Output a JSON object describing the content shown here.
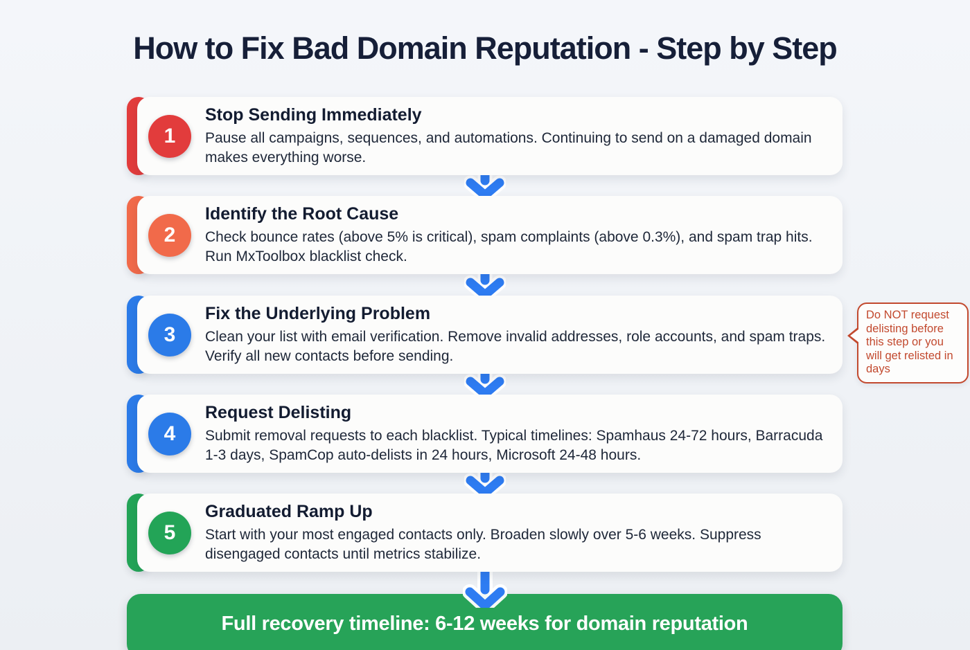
{
  "page": {
    "title": "How to Fix Bad Domain Reputation - Step by Step"
  },
  "steps": [
    {
      "number": "1",
      "title": "Stop Sending Immediately",
      "description": "Pause all campaigns, sequences, and automations. Continuing to send on a damaged domain makes everything worse.",
      "color": "#E23C3C"
    },
    {
      "number": "2",
      "title": "Identify the Root Cause",
      "description": "Check bounce rates (above 5% is critical), spam complaints (above 0.3%), and spam trap hits. Run MxToolbox blacklist check.",
      "color": "#F16A4A"
    },
    {
      "number": "3",
      "title": "Fix the Underlying Problem",
      "description": "Clean your list with email verification. Remove invalid addresses, role accounts, and spam traps. Verify all new contacts before sending.",
      "color": "#2B7BE8"
    },
    {
      "number": "4",
      "title": "Request Delisting",
      "description": "Submit removal requests to each blacklist. Typical timelines: Spamhaus 24-72 hours, Barracuda 1-3 days, SpamCop auto-delists in 24 hours, Microsoft 24-48 hours.",
      "color": "#2B7BE8"
    },
    {
      "number": "5",
      "title": "Graduated Ramp Up",
      "description": "Start with your most engaged contacts only. Broaden slowly over 5-6 weeks. Suppress disengaged contacts until metrics stabilize.",
      "color": "#23A457"
    }
  ],
  "callout": {
    "text": "Do NOT request delisting before this step or you will get relisted in days",
    "color": "#C2492E"
  },
  "footer": {
    "text": "Full recovery timeline: 6-12 weeks for domain reputation",
    "background": "#27A358"
  },
  "arrow_color": "#2E7CF2"
}
